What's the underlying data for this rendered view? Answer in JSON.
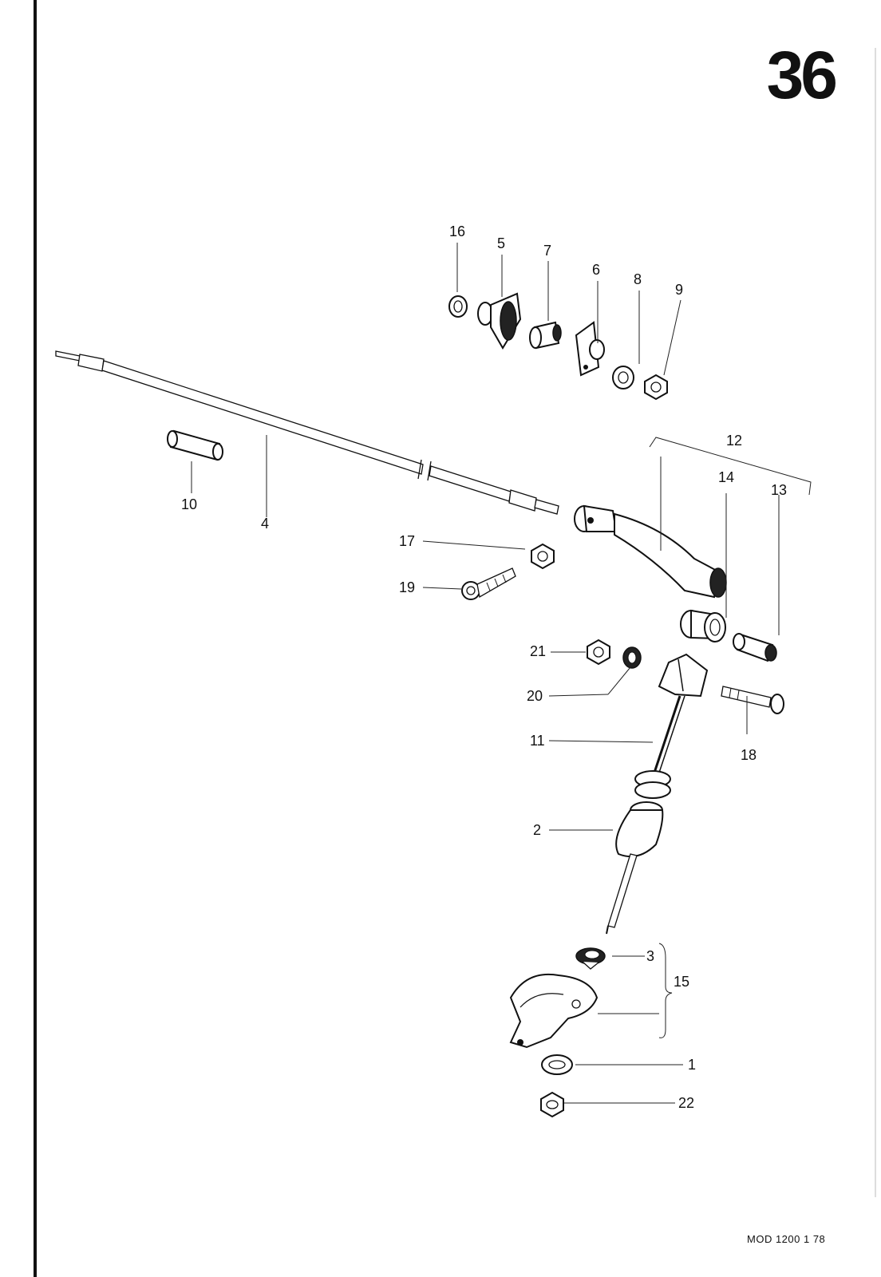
{
  "page_number": "36",
  "footer": "MOD 1200  1 78",
  "callouts": {
    "c1": "1",
    "c2": "2",
    "c3": "3",
    "c4": "4",
    "c5": "5",
    "c6": "6",
    "c7": "7",
    "c8": "8",
    "c9": "9",
    "c10": "10",
    "c11": "11",
    "c12": "12",
    "c13": "13",
    "c14": "14",
    "c15": "15",
    "c16": "16",
    "c17": "17",
    "c18": "18",
    "c19": "19",
    "c20": "20",
    "c21": "21",
    "c22": "22"
  }
}
